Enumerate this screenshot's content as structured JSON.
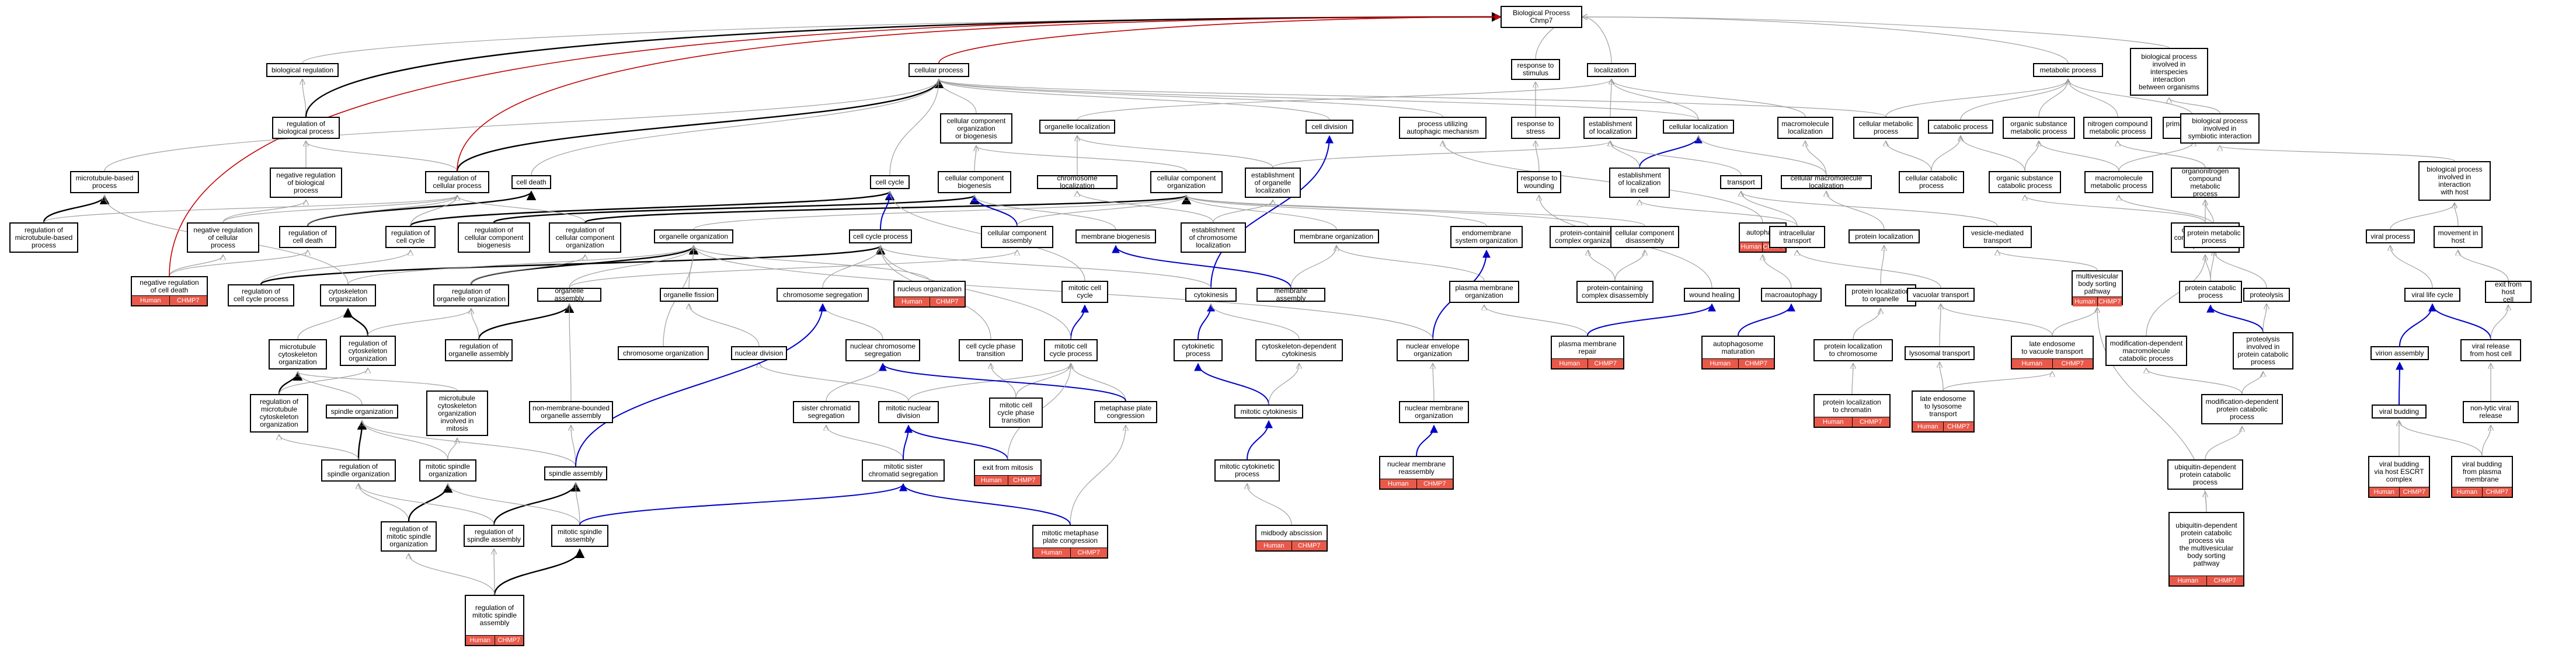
{
  "graph": {
    "colors": {
      "is_a": "#a0a0a0",
      "part_of": "#0000c8",
      "regulates": "#000000",
      "root_link": "#c00000",
      "annotation_fill": "#e8594a"
    },
    "nodes": [
      {
        "id": "root",
        "label": "Biological Process\nChmp7"
      },
      {
        "id": "bioreg",
        "label": "biological regulation"
      },
      {
        "id": "cellproc",
        "label": "cellular process"
      },
      {
        "id": "resp_stim",
        "label": "response to\nstimulus"
      },
      {
        "id": "localization",
        "label": "localization"
      },
      {
        "id": "metabolic",
        "label": "metabolic process"
      },
      {
        "id": "interspecies",
        "label": "biological process\ninvolved in\ninterspecies\ninteraction\nbetween organisms"
      },
      {
        "id": "reg_bio",
        "label": "regulation of\nbiological process"
      },
      {
        "id": "cc_org_bio",
        "label": "cellular component\norganization\nor biogenesis"
      },
      {
        "id": "org_loc",
        "label": "organelle localization"
      },
      {
        "id": "cell_div",
        "label": "cell division"
      },
      {
        "id": "autophagic",
        "label": "process utilizing\nautophagic mechanism"
      },
      {
        "id": "resp_stress",
        "label": "response to\nstress"
      },
      {
        "id": "est_loc",
        "label": "establishment\nof localization"
      },
      {
        "id": "cell_loc",
        "label": "cellular localization"
      },
      {
        "id": "macro_loc",
        "label": "macromolecule\nlocalization"
      },
      {
        "id": "cell_met",
        "label": "cellular metabolic\nprocess"
      },
      {
        "id": "catabolic",
        "label": "catabolic process"
      },
      {
        "id": "org_sub_met",
        "label": "organic substance\nmetabolic process"
      },
      {
        "id": "nitrogen",
        "label": "nitrogen compound\nmetabolic process"
      },
      {
        "id": "primary_met",
        "label": "primary metabolic\nprocess"
      },
      {
        "id": "symbiotic",
        "label": "biological process\ninvolved in\nsymbiotic interaction"
      },
      {
        "id": "mt_proc",
        "label": "microtubule-based\nprocess"
      },
      {
        "id": "neg_reg_bio",
        "label": "negative regulation\nof biological\nprocess"
      },
      {
        "id": "reg_cell_proc",
        "label": "regulation of\ncellular process"
      },
      {
        "id": "cell_death",
        "label": "cell death"
      },
      {
        "id": "cell_cycle",
        "label": "cell cycle"
      },
      {
        "id": "cc_biogen",
        "label": "cellular component\nbiogenesis"
      },
      {
        "id": "chrom_loc",
        "label": "chromosome localization"
      },
      {
        "id": "cc_org",
        "label": "cellular component\norganization"
      },
      {
        "id": "est_org_loc",
        "label": "establishment\nof organelle\nlocalization"
      },
      {
        "id": "resp_wound",
        "label": "response to\nwounding"
      },
      {
        "id": "est_loc_cell",
        "label": "establishment\nof localization\nin cell"
      },
      {
        "id": "transport",
        "label": "transport"
      },
      {
        "id": "cell_macro_loc",
        "label": "cellular macromolecule\nlocalization"
      },
      {
        "id": "cell_cat",
        "label": "cellular catabolic\nprocess"
      },
      {
        "id": "org_sub_cat",
        "label": "organic substance\ncatabolic process"
      },
      {
        "id": "macro_met",
        "label": "macromolecule\nmetabolic process"
      },
      {
        "id": "organonitrogen_met",
        "label": "organonitrogen\ncompound metabolic\nprocess"
      },
      {
        "id": "bio_symb",
        "label": "biological process\ninvolved in\ninteraction\nwith host"
      },
      {
        "id": "reg_mt",
        "label": "regulation of\nmicrotubule-based\nprocess"
      },
      {
        "id": "neg_reg_cell",
        "label": "negative regulation\nof cellular\nprocess"
      },
      {
        "id": "reg_cell_death",
        "label": "regulation of\ncell death"
      },
      {
        "id": "reg_cell_cycle",
        "label": "regulation of\ncell cycle"
      },
      {
        "id": "reg_cc_biogen",
        "label": "regulation of\ncellular component\nbiogenesis"
      },
      {
        "id": "reg_cc_org",
        "label": "regulation of\ncellular component\norganization"
      },
      {
        "id": "org_org",
        "label": "organelle organization"
      },
      {
        "id": "cc_assembly",
        "label": "cellular component\nassembly"
      },
      {
        "id": "mem_biogen",
        "label": "membrane biogenesis"
      },
      {
        "id": "est_chrom_loc",
        "label": "establishment\nof chromosome\nlocalization"
      },
      {
        "id": "endomem",
        "label": "endomembrane\nsystem organization"
      },
      {
        "id": "prot_cc_org",
        "label": "protein-containing\ncomplex organization"
      },
      {
        "id": "autophagy",
        "label": "autophagy",
        "ann": true
      },
      {
        "id": "intracell_transport",
        "label": "intracellular\ntransport"
      },
      {
        "id": "prot_loc",
        "label": "protein localization"
      },
      {
        "id": "vesicle_transport",
        "label": "vesicle-mediated\ntransport"
      },
      {
        "id": "organonitrogen_cat",
        "label": "organonitrogen\ncompound catabolic\nprocess"
      },
      {
        "id": "prot_met",
        "label": "protein metabolic\nprocess"
      },
      {
        "id": "viral_proc",
        "label": "viral process"
      },
      {
        "id": "movement_host",
        "label": "movement in\nhost"
      },
      {
        "id": "neg_reg_cell_death",
        "label": "negative regulation\nof cell death",
        "ann": true
      },
      {
        "id": "reg_cc_proc",
        "label": "regulation of\ncell cycle process"
      },
      {
        "id": "cytoskel_org",
        "label": "cytoskeleton\norganization"
      },
      {
        "id": "reg_org_org",
        "label": "regulation of\norganelle organization"
      },
      {
        "id": "cell_cycle_proc",
        "label": "cell cycle process"
      },
      {
        "id": "org_assembly",
        "label": "organelle assembly"
      },
      {
        "id": "org_fission",
        "label": "organelle fission"
      },
      {
        "id": "chrom_seg",
        "label": "chromosome segregation"
      },
      {
        "id": "nucleus_org",
        "label": "nucleus organization",
        "ann": true
      },
      {
        "id": "mitotic_cc",
        "label": "mitotic cell\ncycle"
      },
      {
        "id": "cytokinesis",
        "label": "cytokinesis"
      },
      {
        "id": "mem_org",
        "label": "membrane organization"
      },
      {
        "id": "mem_assembly",
        "label": "membrane assembly"
      },
      {
        "id": "pm_org",
        "label": "plasma membrane\norganization"
      },
      {
        "id": "cc_disassembly",
        "label": "cellular component\ndisassembly"
      },
      {
        "id": "prot_cc_disassembly",
        "label": "protein-containing\ncomplex disassembly"
      },
      {
        "id": "wound_healing",
        "label": "wound healing"
      },
      {
        "id": "macroautophagy",
        "label": "macroautophagy"
      },
      {
        "id": "prot_loc_org",
        "label": "protein localization\nto organelle"
      },
      {
        "id": "vacuolar_transport",
        "label": "vacuolar transport"
      },
      {
        "id": "mvb_sorting",
        "label": "multivesicular\nbody sorting\npathway",
        "ann": true
      },
      {
        "id": "prot_cat",
        "label": "protein catabolic\nprocess"
      },
      {
        "id": "proteolysis",
        "label": "proteolysis"
      },
      {
        "id": "viral_life",
        "label": "viral life cycle"
      },
      {
        "id": "exit_host",
        "label": "exit from host\ncell"
      },
      {
        "id": "mt_cytoskel_org",
        "label": "microtubule\ncytoskeleton\norganization"
      },
      {
        "id": "reg_cytoskel_org",
        "label": "regulation of\ncytoskeleton\norganization"
      },
      {
        "id": "reg_org_assembly",
        "label": "regulation of\norganelle assembly"
      },
      {
        "id": "chrom_org",
        "label": "chromosome organization"
      },
      {
        "id": "nuclear_div",
        "label": "nuclear division"
      },
      {
        "id": "nuclear_chrom_seg",
        "label": "nuclear chromosome\nsegregation"
      },
      {
        "id": "cc_phase_trans",
        "label": "cell cycle phase\ntransition"
      },
      {
        "id": "mitotic_cc_proc",
        "label": "mitotic cell\ncycle process"
      },
      {
        "id": "cytokinetic_proc",
        "label": "cytokinetic\nprocess"
      },
      {
        "id": "cytoskel_cytokinesis",
        "label": "cytoskeleton-dependent\ncytokinesis"
      },
      {
        "id": "nuc_env_org",
        "label": "nuclear envelope\norganization"
      },
      {
        "id": "pm_repair",
        "label": "plasma membrane\nrepair",
        "ann": true
      },
      {
        "id": "autophagosome_mat",
        "label": "autophagosome\nmaturation",
        "ann": true
      },
      {
        "id": "prot_loc_chrom",
        "label": "protein localization\nto chromosome"
      },
      {
        "id": "lysosomal_transport",
        "label": "lysosomal transport"
      },
      {
        "id": "late_endo_vac",
        "label": "late endosome\nto vacuole transport",
        "ann": true
      },
      {
        "id": "mod_dep_cat",
        "label": "modification-dependent\nmacromolecule\ncatabolic process"
      },
      {
        "id": "proteolysis_cat",
        "label": "proteolysis\ninvolved in\nprotein catabolic\nprocess"
      },
      {
        "id": "virion_assembly",
        "label": "virion assembly"
      },
      {
        "id": "viral_release",
        "label": "viral release\nfrom host cell"
      },
      {
        "id": "reg_mt_cytoskel",
        "label": "regulation of\nmicrotubule\ncytoskeleton\norganization"
      },
      {
        "id": "spindle_org",
        "label": "spindle organization"
      },
      {
        "id": "mt_cytoskel_mitosis",
        "label": "microtubule\ncytoskeleton\norganization\ninvolved in\nmitosis"
      },
      {
        "id": "nonmem_org_assembly",
        "label": "non-membrane-bounded\norganelle assembly"
      },
      {
        "id": "sister_seg",
        "label": "sister chromatid\nsegregation"
      },
      {
        "id": "mitotic_nuc_div",
        "label": "mitotic nuclear\ndivision"
      },
      {
        "id": "mitotic_cc_phase",
        "label": "mitotic cell\ncycle phase\ntransition"
      },
      {
        "id": "metaphase_cong",
        "label": "metaphase plate\ncongression"
      },
      {
        "id": "mitotic_cytokinesis",
        "label": "mitotic cytokinesis"
      },
      {
        "id": "nuc_mem_org",
        "label": "nuclear membrane\norganization"
      },
      {
        "id": "prot_loc_chromatin",
        "label": "protein localization\nto chromatin",
        "ann": true
      },
      {
        "id": "late_endo_lyso",
        "label": "late endosome\nto lysosome\ntransport",
        "ann": true
      },
      {
        "id": "mod_dep_prot_cat",
        "label": "modification-dependent\nprotein catabolic\nprocess"
      },
      {
        "id": "viral_budding",
        "label": "viral budding"
      },
      {
        "id": "nonlytic_release",
        "label": "non-lytic viral\nrelease"
      },
      {
        "id": "reg_spindle_org",
        "label": "regulation of\nspindle organization"
      },
      {
        "id": "mitotic_spindle_org",
        "label": "mitotic spindle\norganization"
      },
      {
        "id": "spindle_assembly",
        "label": "spindle assembly"
      },
      {
        "id": "mitotic_sister_seg",
        "label": "mitotic sister\nchromatid segregation"
      },
      {
        "id": "exit_mitosis",
        "label": "exit from mitosis",
        "ann": true
      },
      {
        "id": "mitotic_cytokinetic",
        "label": "mitotic cytokinetic\nprocess"
      },
      {
        "id": "nuc_mem_reassembly",
        "label": "nuclear membrane\nreassembly",
        "ann": true
      },
      {
        "id": "ubiq_cat",
        "label": "ubiquitin-dependent\nprotein catabolic\nprocess"
      },
      {
        "id": "escrt_budding",
        "label": "viral budding\nvia host ESCRT\ncomplex",
        "ann": true
      },
      {
        "id": "budding_pm",
        "label": "viral budding\nfrom plasma\nmembrane",
        "ann": true
      },
      {
        "id": "reg_mitotic_spindle",
        "label": "regulation of\nmitotic spindle\norganization"
      },
      {
        "id": "reg_spindle_assembly",
        "label": "regulation of\nspindle assembly"
      },
      {
        "id": "mitotic_spindle_assembly",
        "label": "mitotic spindle\nassembly"
      },
      {
        "id": "mitotic_metaphase",
        "label": "mitotic metaphase\nplate congression",
        "ann": true
      },
      {
        "id": "midbody_abscission",
        "label": "midbody abscission",
        "ann": true
      },
      {
        "id": "ubiq_mvb",
        "label": "ubiquitin-dependent\nprotein catabolic\nprocess via\nthe multivesicular\nbody sorting\npathway",
        "ann": true
      },
      {
        "id": "reg_mitotic_spindle_assembly",
        "label": "regulation of\nmitotic spindle\nassembly",
        "ann": true
      }
    ],
    "annotation": {
      "left": "Human",
      "right": "CHMP7"
    }
  }
}
